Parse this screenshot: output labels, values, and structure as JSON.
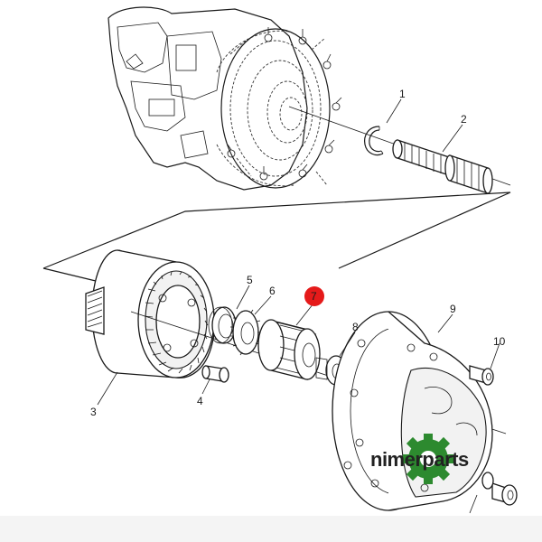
{
  "callouts": {
    "c1": "1",
    "c2": "2",
    "c3": "3",
    "c4": "4",
    "c5": "5",
    "c6": "6",
    "c7": "7",
    "c8": "8",
    "c9": "9",
    "c10": "10"
  },
  "logo": {
    "text": "nimerparts",
    "brand_color": "#2d8a2f"
  },
  "highlight": {
    "color": "#e51a1a"
  }
}
